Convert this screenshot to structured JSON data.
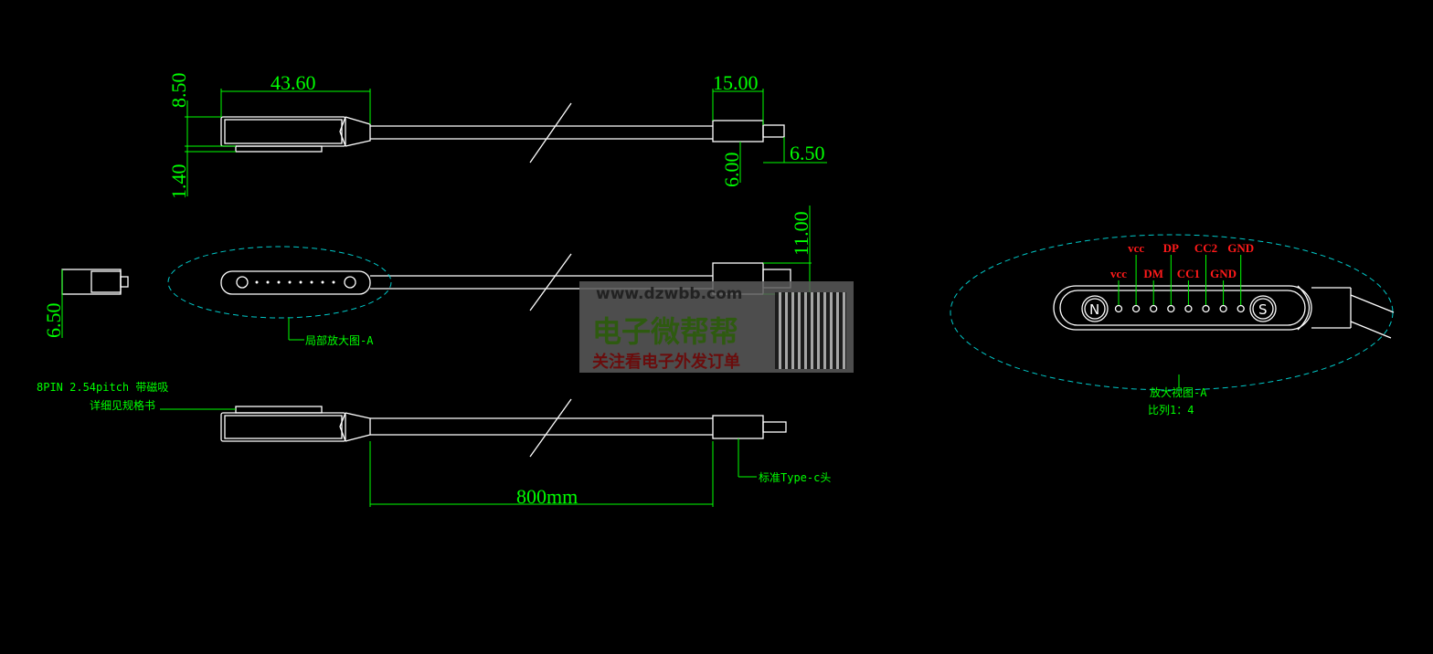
{
  "dimensions": {
    "top_length": "43.60",
    "top_height": "8.50",
    "pin_offset": "1.40",
    "typec_length": "15.00",
    "typec_height": "6.00",
    "typec_tip": "6.50",
    "typec_width": "11.00",
    "side_height": "6.50",
    "cable_length": "800mm"
  },
  "annotations": {
    "detail_ref": "局部放大图-A",
    "pin_spec_line1": "8PIN 2.54pitch 带磁吸",
    "pin_spec_line2": "详细见规格书",
    "typec_note": "标准Type-c头",
    "detail_title": "放大视图-A",
    "detail_scale": "比列1：4"
  },
  "detail": {
    "north_label": "N",
    "south_label": "S",
    "pins": [
      "vcc",
      "vcc",
      "DM",
      "DP",
      "CC1",
      "CC2",
      "GND",
      "GND"
    ]
  },
  "watermark": {
    "url": "www.dzwbb.com",
    "brand": "电子微帮帮",
    "slogan": "关注看电子外发订单"
  },
  "colors": {
    "background": "#000000",
    "outline": "#ffffff",
    "dimension": "#00ff00",
    "pin_label": "#ff1a1a",
    "detail_boundary": "#00c8c8"
  }
}
